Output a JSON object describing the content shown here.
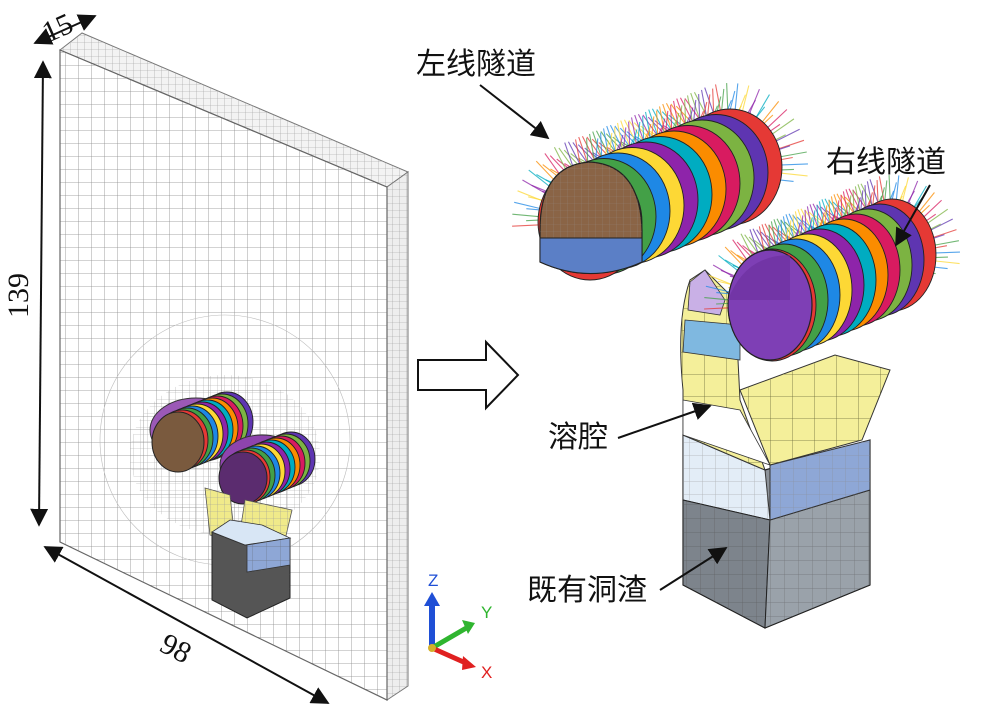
{
  "dimensions": {
    "thickness": "15",
    "height": "139",
    "width": "98"
  },
  "labels": {
    "left_tunnel": "左线隧道",
    "right_tunnel": "右线隧道",
    "cavity": "溶腔",
    "existing_ballast": "既有洞渣"
  },
  "triad": {
    "z": "Z",
    "y": "Y",
    "x": "X",
    "z_color": "#1f4fd6",
    "y_color": "#2fb52f",
    "x_color": "#e02020"
  },
  "palette": [
    "#e53935",
    "#43a047",
    "#1e88e5",
    "#fdd835",
    "#8e24aa",
    "#00acc1",
    "#fb8c00",
    "#d81b60",
    "#7cb342",
    "#5e35b1"
  ]
}
